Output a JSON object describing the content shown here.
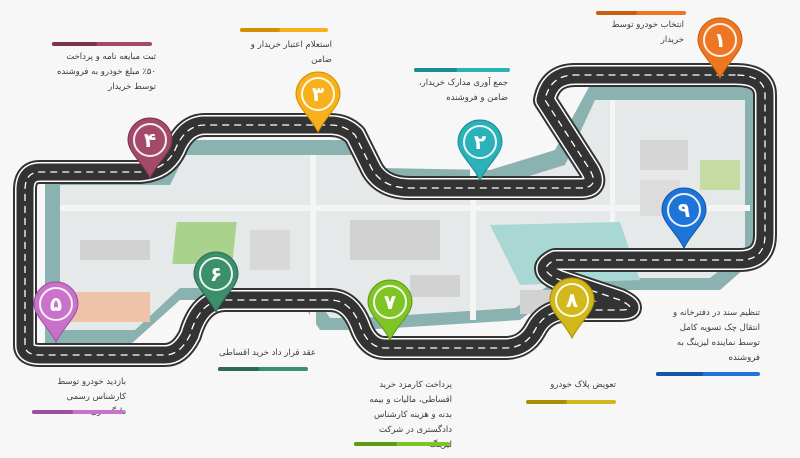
{
  "steps": [
    {
      "n": "۱",
      "text": "انتخاب خودرو توسط خریدار",
      "color": "#ee7622",
      "dark": "#c85e10"
    },
    {
      "n": "۲",
      "text": "جمع آوری مدارک خریدار، ضامن و فروشنده",
      "color": "#2bb1b8",
      "dark": "#1a8c93"
    },
    {
      "n": "۳",
      "text": "استعلام اعتبار خریدار و ضامن",
      "color": "#f6b11c",
      "dark": "#d48e00"
    },
    {
      "n": "۴",
      "text": "ثبت مبایعه نامه و پرداخت ۵۰٪ مبلغ خودرو به فروشنده توسط خریدار",
      "color": "#a34a6b",
      "dark": "#7e3050"
    },
    {
      "n": "۵",
      "text": "بازدید خودرو توسط کارشناس رسمی دادگستری",
      "color": "#c873c9",
      "dark": "#9e4fa0"
    },
    {
      "n": "۶",
      "text": "عقد قرار داد خرید اقساطی",
      "color": "#3b8f6a",
      "dark": "#2a6c4f"
    },
    {
      "n": "۷",
      "text": "پرداخت کارمزد خرید اقساطی، مالیات و بیمه بدنه و هزینه کارشناس دادگستری در شرکت لیزینگ",
      "color": "#7ec425",
      "dark": "#5e9a12"
    },
    {
      "n": "۸",
      "text": "تعویض پلاک خودرو",
      "color": "#d3b81b",
      "dark": "#a88f08"
    },
    {
      "n": "۹",
      "text": "تنظیم سند در دفترخانه و انتقال چک تسویه کامل توسط نماینده لیزینگ به فروشنده",
      "color": "#1e74d8",
      "dark": "#1455a8"
    }
  ]
}
